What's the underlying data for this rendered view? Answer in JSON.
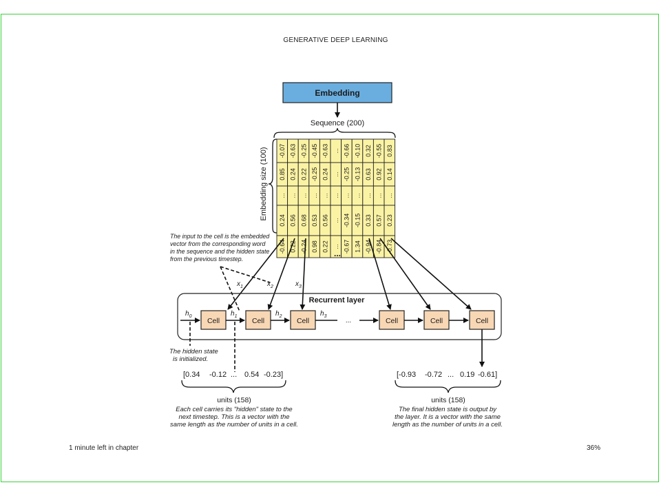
{
  "reader": {
    "book_title": "GENERATIVE DEEP LEARNING",
    "time_left": "1 minute left in chapter",
    "progress_percent": "36%"
  },
  "figure": {
    "embedding_label": "Embedding",
    "sequence_label": "Sequence (200)",
    "embedding_size_label": "Embedding size (100)",
    "matrix_columns": [
      [
        "-0.07",
        "0.85",
        "...",
        "0.24",
        "-0.64"
      ],
      [
        "-0.63",
        "0.24",
        "...",
        "0.56",
        "0.22"
      ],
      [
        "-0.25",
        "0.22",
        "...",
        "0.68",
        "-0.24"
      ],
      [
        "-0.45",
        "-0.25",
        "...",
        "0.53",
        "0.98"
      ],
      [
        "-0.63",
        "0.24",
        "...",
        "0.56",
        "0.22"
      ],
      [
        "...",
        "...",
        "...",
        "...",
        "..."
      ],
      [
        "-0.66",
        "-0.25",
        "...",
        "-0.34",
        "-0.67"
      ],
      [
        "-0.10",
        "-0.13",
        "...",
        "-0.15",
        "1.34"
      ],
      [
        "0.32",
        "0.63",
        "...",
        "0.33",
        "-0.94"
      ],
      [
        "-0.55",
        "0.92",
        "...",
        "0.57",
        "-0.84"
      ],
      [
        "0.83",
        "0.14",
        "...",
        "0.23",
        "-0.73"
      ]
    ],
    "matrix_more": "...",
    "input_note": [
      "The input to the cell is the embedded",
      "vector from the corresponding word",
      "in the sequence and the hidden state",
      "from the previous timestep."
    ],
    "x_labels": [
      "x",
      "x",
      "x"
    ],
    "x_subs": [
      "1",
      "2",
      "3"
    ],
    "recurrent_layer_label": "Recurrent layer",
    "cell_label": "Cell",
    "h_labels": [
      "h",
      "h",
      "h",
      "h"
    ],
    "h_subs": [
      "0",
      "1",
      "2",
      "3"
    ],
    "chain_ellipsis": "...",
    "hidden_init_note": [
      "The hidden state",
      "is initialized."
    ],
    "left_vector": [
      "[0.34",
      "-0.12",
      "...",
      "0.54",
      "-0.23]"
    ],
    "right_vector": [
      "[-0.93",
      "-0.72",
      "...",
      "0.19",
      "-0.61]"
    ],
    "units_label": "units (158)",
    "left_note": [
      "Each cell carries its \"hidden\" state to the",
      "next timestep. This is a vector with the",
      "same length as the number of units in a cell."
    ],
    "right_note": [
      "The final hidden state is output by",
      "the layer. It is a vector with the same",
      "length as the number of units in a cell."
    ],
    "colors": {
      "embedding_fill": "#6aaee0",
      "matrix_fill": "#fbf3a4",
      "cell_fill": "#f8d7b5",
      "frame_border": "#3fcf3f"
    }
  }
}
